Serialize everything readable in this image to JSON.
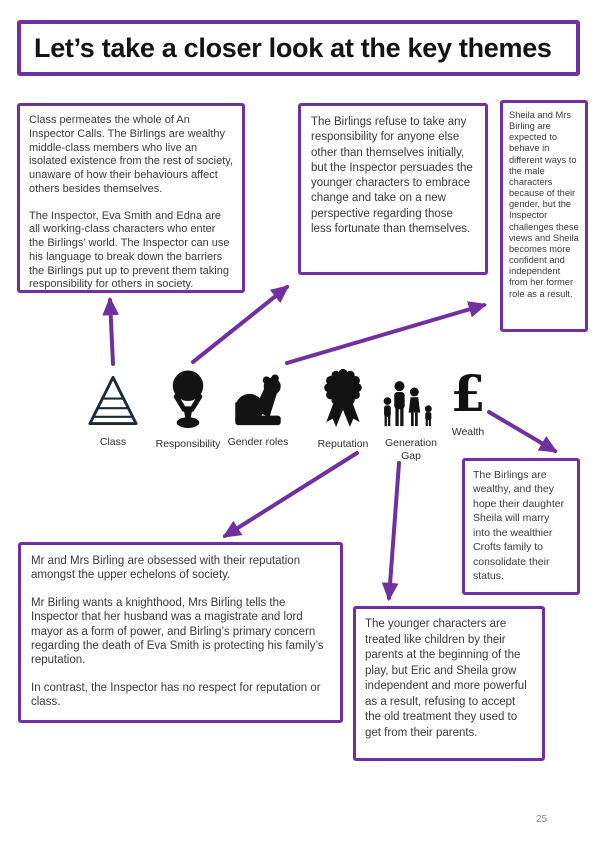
{
  "accent": "#7030A0",
  "title": "Let’s take a closer look at the key themes",
  "page_number": "25",
  "boxes": {
    "class_box": {
      "p1": "Class permeates the whole of An Inspector Calls. The Birlings are wealthy middle-class members who live an isolated existence from the rest of society, unaware of how their behaviours affect others besides themselves.",
      "p2": "The Inspector, Eva Smith and Edna are all working-class characters who enter the Birlings’ world. The Inspector can use his language to break down the barriers the Birlings put up to prevent them taking responsibility for others in society."
    },
    "responsibility_box": {
      "text": "The Birlings refuse to take any responsibility for anyone else other than themselves initially, but the Inspector persuades the younger characters to embrace change and take on a new perspective regarding those less fortunate than themselves."
    },
    "gender_box": {
      "text": "Sheila and Mrs Birling are expected to behave in different ways to the male characters because of their gender, but the Inspector challenges these views and Sheila becomes more confident and independent from her former role as a result."
    },
    "wealth_box": {
      "text": "The Birlings are wealthy, and they hope their daughter Sheila will marry into the wealthier Crofts family to consolidate their status."
    },
    "reputation_box": {
      "p1": "Mr and Mrs Birling are obsessed with their reputation amongst the upper echelons of society.",
      "p2": "Mr Birling wants a knighthood, Mrs Birling tells the Inspector that her husband was a magistrate and lord mayor as a form of power, and Birling’s primary concern regarding the death of Eva Smith is protecting his family’s reputation.",
      "p3": "In contrast, the Inspector has no respect for reputation or class."
    },
    "generation_box": {
      "text": "The younger characters are treated like children by their parents at the beginning of the play, but Eric and Sheila grow independent and more powerful as a result, refusing to accept the old treatment they used to get from their parents."
    }
  },
  "themes": [
    {
      "label": "Class"
    },
    {
      "label": "Responsibility"
    },
    {
      "label": "Gender roles"
    },
    {
      "label": "Reputation"
    },
    {
      "label": "Generation Gap"
    },
    {
      "label": "Wealth",
      "symbol": "£"
    }
  ]
}
